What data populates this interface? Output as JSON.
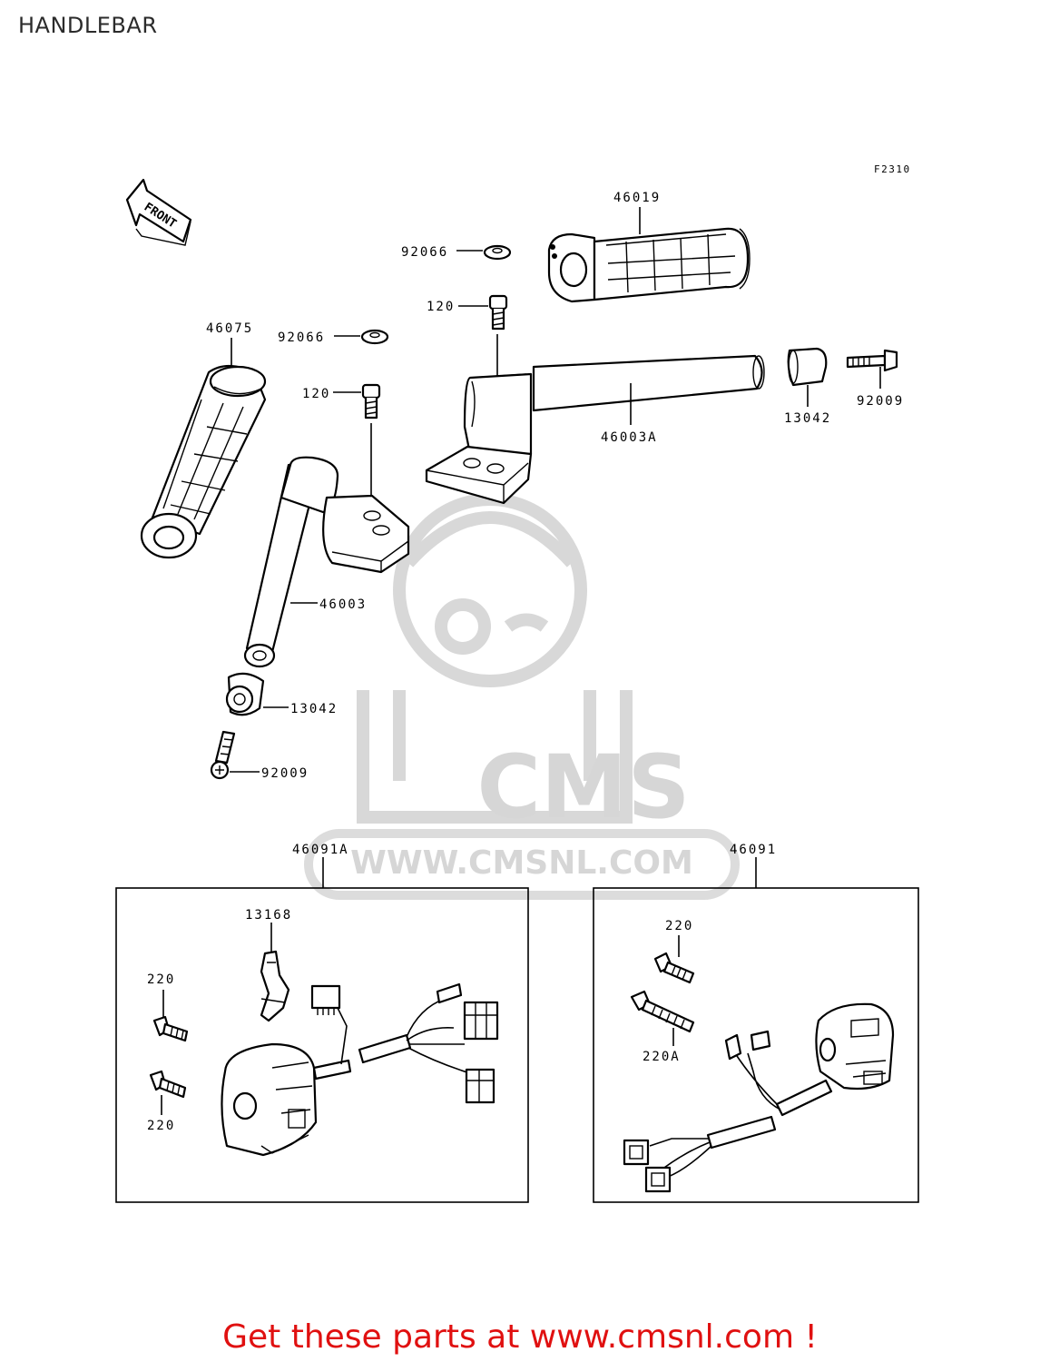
{
  "page": {
    "title": "HANDLEBAR"
  },
  "diagram": {
    "figure_code": "F2310",
    "front_label": "FRONT",
    "labels": {
      "p46019": "46019",
      "p92066_right": "92066",
      "p120_right": "120",
      "p46075": "46075",
      "p92066_left": "92066",
      "p120_left": "120",
      "p13042_right": "13042",
      "p92009_right": "92009",
      "p46003A": "46003A",
      "p46003": "46003",
      "p13042_left": "13042",
      "p92009_left": "92009",
      "p46091A": "46091A",
      "p46091": "46091",
      "p13168": "13168",
      "p220_a": "220",
      "p220_b": "220",
      "p220_c": "220",
      "p220A": "220A"
    }
  },
  "watermark": {
    "brand": "CMS",
    "url": "WWW.CMSNL.COM"
  },
  "footer": {
    "text": "Get these parts at www.cmsnl.com !"
  },
  "colors": {
    "footer": "#e01010",
    "watermark": "#d8d8d8",
    "line": "#000000"
  }
}
